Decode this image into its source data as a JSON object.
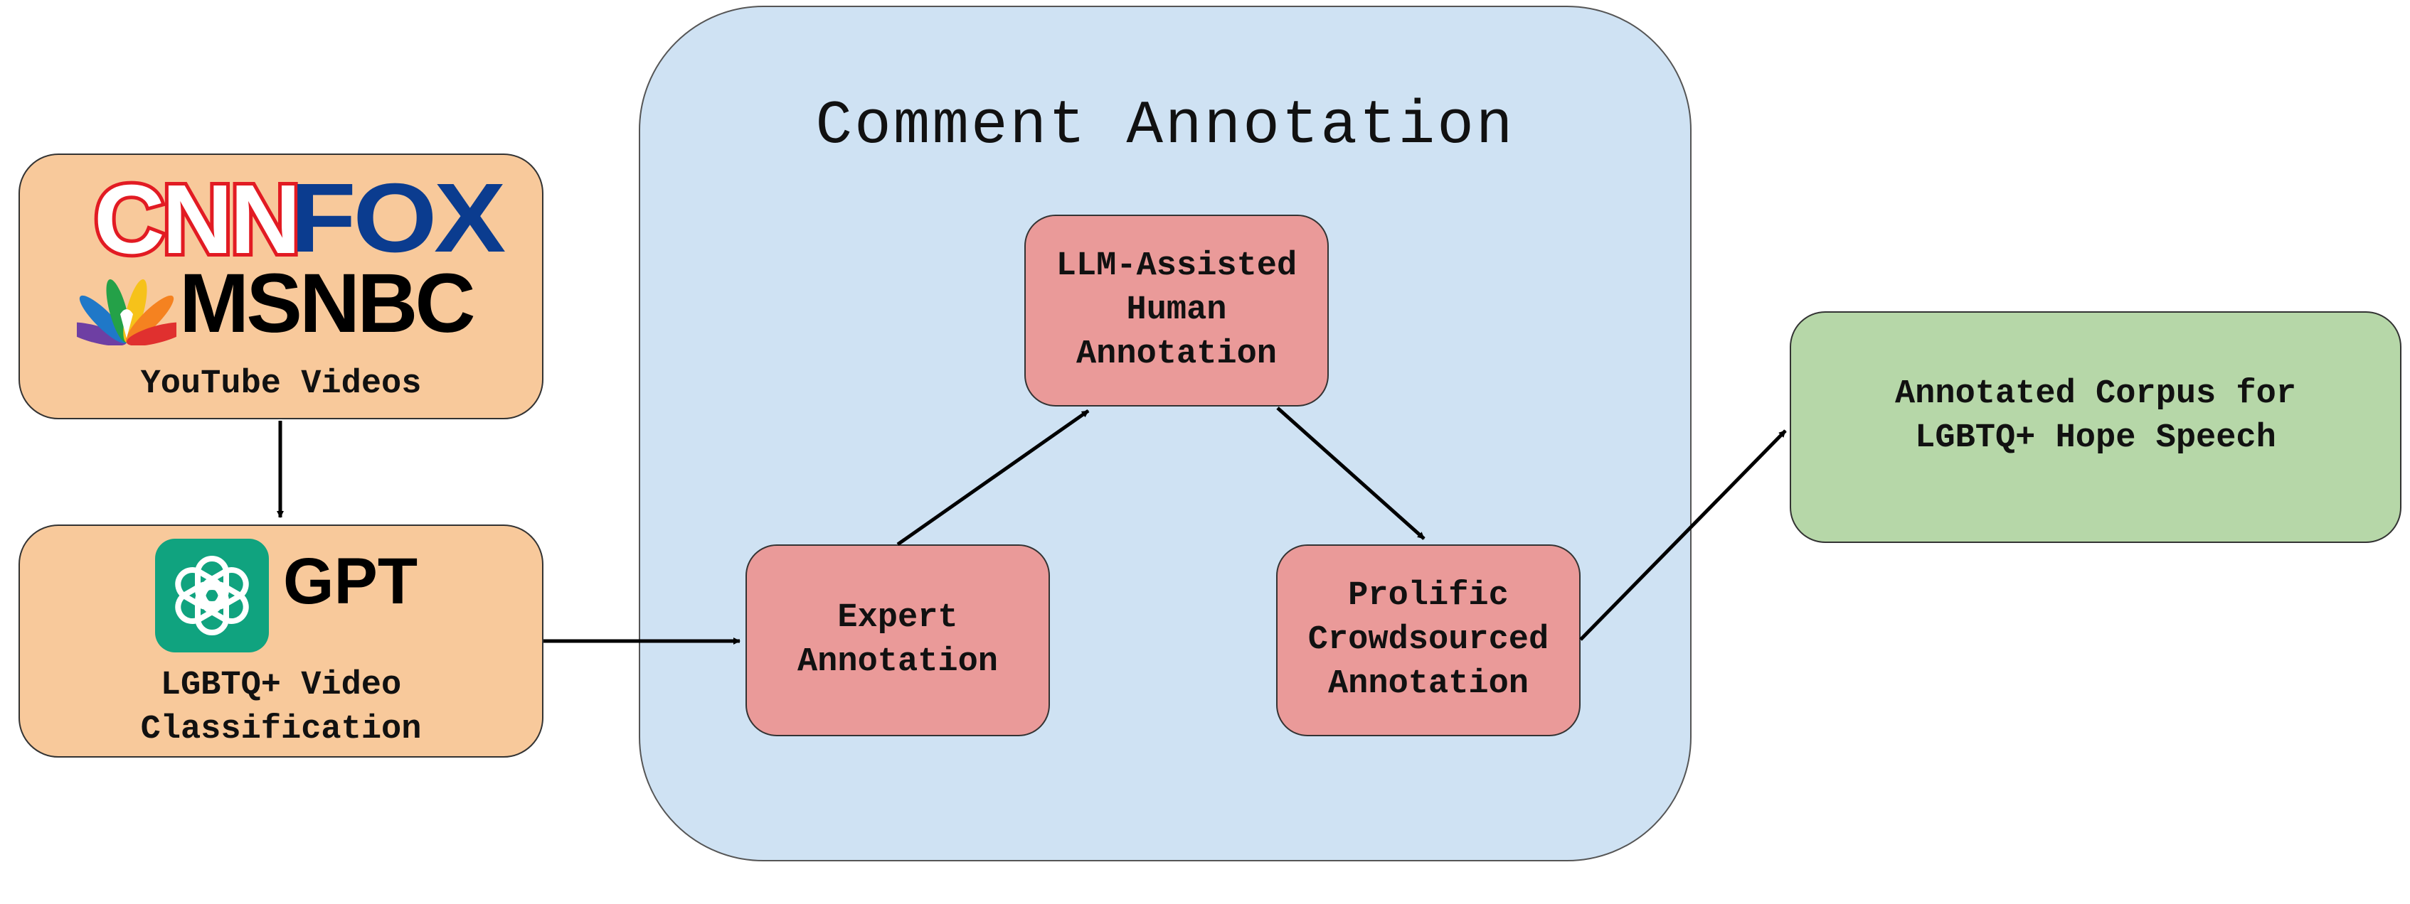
{
  "group": {
    "title": "Comment Annotation",
    "fill": "#cfe2f3"
  },
  "sources": {
    "youtube": {
      "logos": [
        "CNN",
        "FOX",
        "MSNBC"
      ],
      "caption": "YouTube Videos",
      "fill": "#f8c99b"
    },
    "gpt": {
      "logo_text": "GPT",
      "caption_lines": [
        "LGBTQ+ Video",
        "Classification"
      ],
      "fill": "#f8c99b"
    }
  },
  "steps": {
    "expert": {
      "lines": [
        "Expert",
        "Annotation"
      ]
    },
    "llm": {
      "lines": [
        "LLM-Assisted",
        "Human",
        "Annotation"
      ]
    },
    "prolific": {
      "lines": [
        "Prolific",
        "Crowdsourced",
        "Annotation"
      ]
    },
    "fill": "#ea9a99"
  },
  "output": {
    "lines": [
      "Annotated Corpus for",
      "LGBTQ+ Hope Speech"
    ],
    "fill": "#b6d7a8"
  },
  "edges": [
    {
      "from": "youtube",
      "to": "gpt"
    },
    {
      "from": "gpt",
      "to": "expert"
    },
    {
      "from": "expert",
      "to": "llm"
    },
    {
      "from": "llm",
      "to": "prolific"
    },
    {
      "from": "prolific",
      "to": "output"
    }
  ],
  "brand_colors": {
    "cnn": "#e21b23",
    "fox": "#0b3c8f",
    "openai": "#10a37f"
  }
}
